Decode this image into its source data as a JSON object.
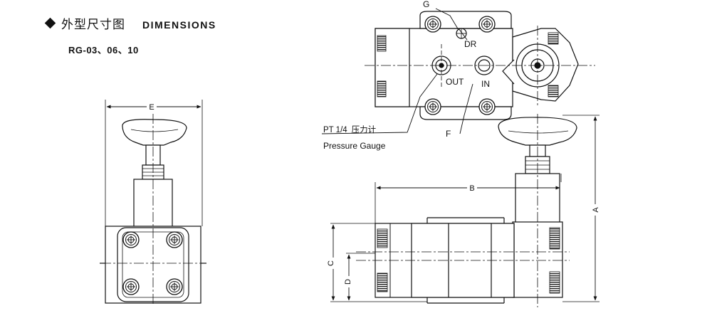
{
  "header": {
    "title_zh": "外型尺寸图",
    "title_en": "DIMENSIONS",
    "model": "RG-03、06、10",
    "bullet_icon": "diamond-bullet-icon"
  },
  "labels": {
    "dim_e": "E",
    "dim_b": "B",
    "dim_a": "A",
    "dim_c": "C",
    "dim_d": "D",
    "port_g": "G",
    "port_dr": "DR",
    "port_out": "OUT",
    "port_in": "IN",
    "port_f": "F",
    "gauge_spec": "PT 1/4",
    "gauge_zh": "压力计",
    "gauge_en": "Pressure Gauge"
  }
}
